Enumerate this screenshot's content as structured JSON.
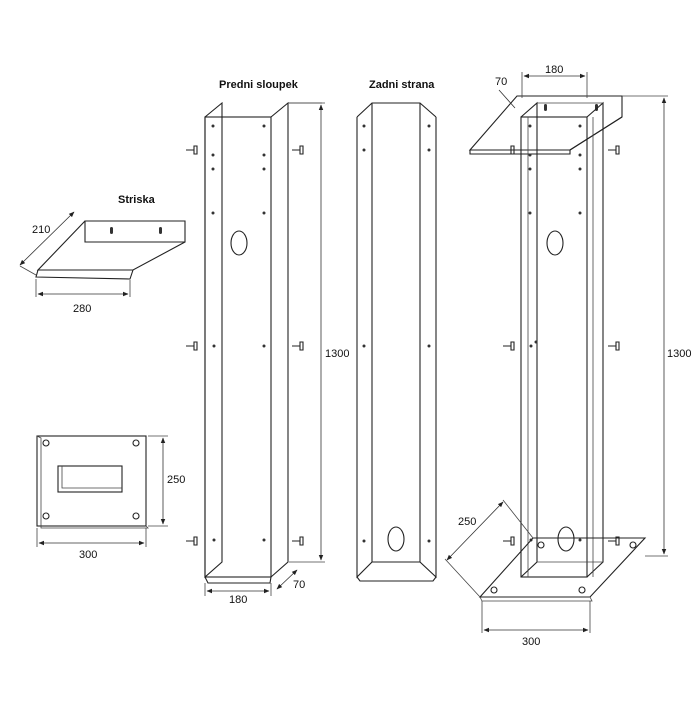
{
  "labels": {
    "striska": "Striska",
    "predni_sloupek": "Predni sloupek",
    "zadni_strana": "Zadni strana"
  },
  "dimensions": {
    "roof_depth": "210",
    "roof_width": "280",
    "plate_height": "250",
    "plate_width": "300",
    "front_width": "180",
    "front_depth": "70",
    "front_height": "1300",
    "asm_top_width": "180",
    "asm_top_depth": "70",
    "asm_height": "1300",
    "asm_base_depth": "250",
    "asm_base_width": "300"
  }
}
